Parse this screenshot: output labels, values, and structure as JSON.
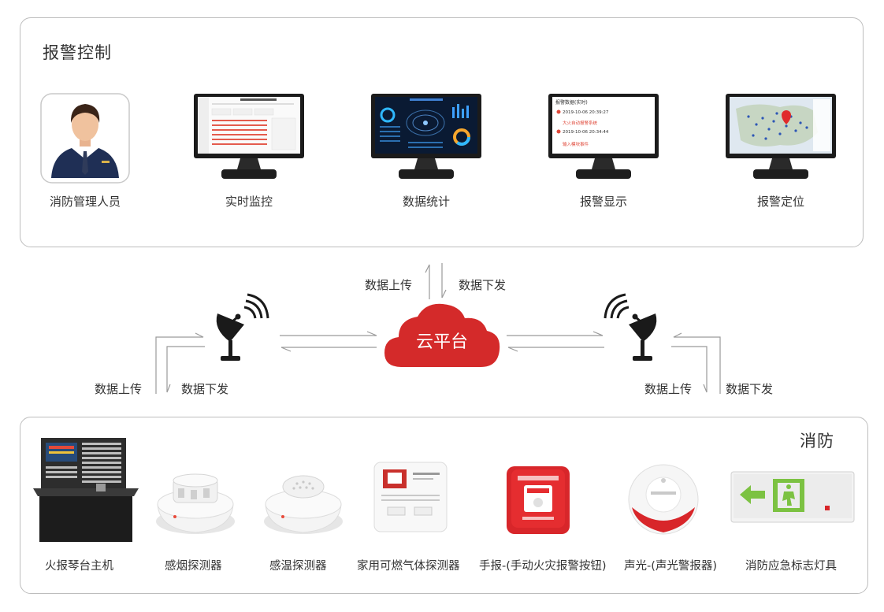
{
  "alarm_control": {
    "title": "报警控制",
    "items": [
      {
        "label": "消防管理人员",
        "icon": "person-icon"
      },
      {
        "label": "实时监控",
        "icon": "monitor-realtime-icon"
      },
      {
        "label": "数据统计",
        "icon": "monitor-dashboard-icon"
      },
      {
        "label": "报警显示",
        "icon": "monitor-alarm-list-icon"
      },
      {
        "label": "报警定位",
        "icon": "monitor-map-icon"
      }
    ],
    "alarm_screen_lines": [
      "报警数据(实时)",
      "2019-10-06 20:39:27",
      "大火自动报警系统",
      "2019-10-06 20:34:44",
      "输入模块事件"
    ]
  },
  "flow": {
    "cloud_label": "云平台",
    "center_upload": "数据上传",
    "center_download": "数据下发",
    "left_upload": "数据上传",
    "left_download": "数据下发",
    "right_upload": "数据上传",
    "right_download": "数据下发"
  },
  "fire_protection": {
    "title": "消防",
    "devices": [
      {
        "label": "火报琴台主机",
        "icon": "control-console-icon"
      },
      {
        "label": "感烟探测器",
        "icon": "smoke-detector-icon"
      },
      {
        "label": "感温探测器",
        "icon": "heat-detector-icon"
      },
      {
        "label": "家用可燃气体探测器",
        "icon": "gas-detector-icon"
      },
      {
        "label": "手报-(手动火灾报警按钮)",
        "icon": "manual-call-point-icon"
      },
      {
        "label": "声光-(声光警报器)",
        "icon": "sound-light-alarm-icon"
      },
      {
        "label": "消防应急标志灯具",
        "icon": "exit-sign-icon"
      }
    ]
  },
  "colors": {
    "cloud": "#d42a2a",
    "panel_border": "#bdbdbd",
    "exit_green": "#7cc242"
  }
}
